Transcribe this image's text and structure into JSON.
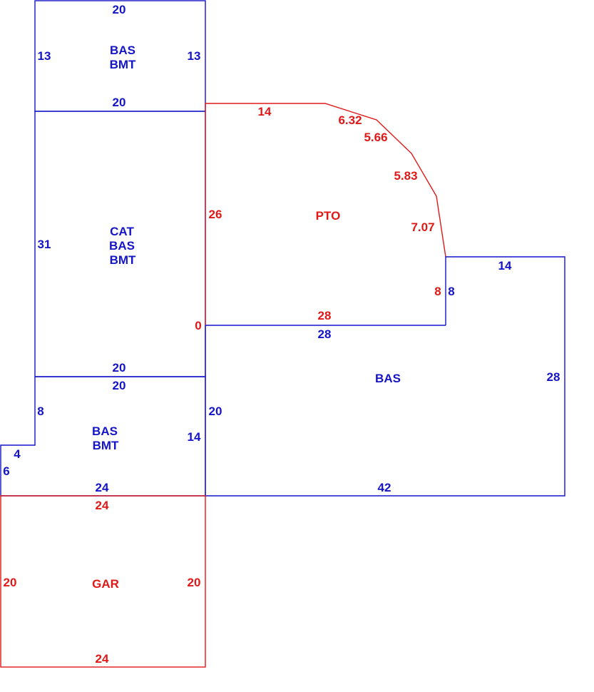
{
  "colors": {
    "living_area": "#1414c8",
    "other_area": "#e01818"
  },
  "areas": {
    "upper_bas_bmt": {
      "label_1": "BAS",
      "label_2": "BMT"
    },
    "cat_bas_bmt": {
      "label_1": "CAT",
      "label_2": "BAS",
      "label_3": "BMT"
    },
    "pto": {
      "label": "PTO"
    },
    "bas": {
      "label": "BAS"
    },
    "lower_bas_bmt": {
      "label_1": "BAS",
      "label_2": "BMT"
    },
    "gar": {
      "label": "GAR"
    }
  },
  "dims": {
    "upper_top": "20",
    "upper_left": "13",
    "upper_right": "13",
    "upper_bottom": "20",
    "pto_top": "14",
    "pto_seg_1": "6.32",
    "pto_seg_2": "5.66",
    "pto_seg_3": "5.83",
    "pto_seg_4": "7.07",
    "pto_left": "26",
    "pto_right": "8",
    "pto_bottom": "28",
    "pto_zero": "0",
    "cat_left": "31",
    "cat_bottom": "20",
    "bas_top_right": "14",
    "bas_notch": "8",
    "bas_top": "28",
    "bas_right": "28",
    "bas_left": "20",
    "bas_bottom": "42",
    "lower_top": "20",
    "lower_left_upper": "8",
    "lower_step": "4",
    "lower_left_lower": "6",
    "lower_right": "14",
    "lower_bottom": "24",
    "gar_top": "24",
    "gar_left": "20",
    "gar_right": "20",
    "gar_bottom": "24"
  }
}
